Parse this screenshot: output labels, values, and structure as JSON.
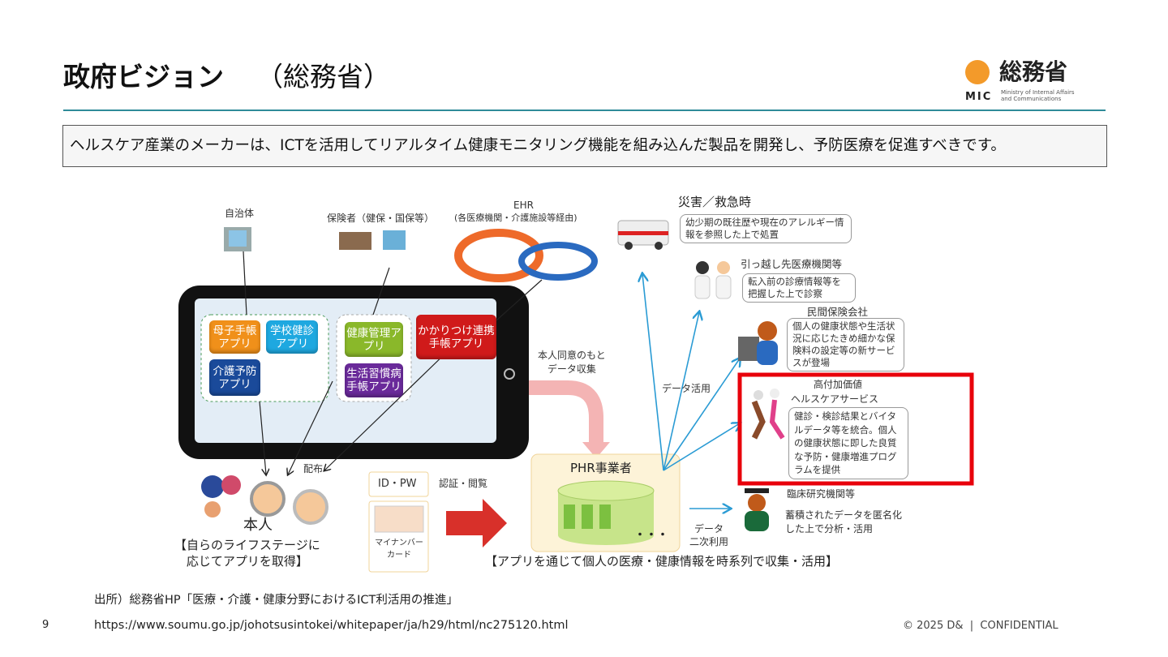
{
  "title": "政府ビジョン",
  "title_sub": "（総務省）",
  "logo": {
    "jp": "総務省",
    "mic": "MIC",
    "en1": "Ministry of Internal Affairs",
    "en2": "and Communications"
  },
  "message": "ヘルスケア産業のメーカーは、ICTを活用してリアルタイム健康モニタリング機能を組み込んだ製品を開発し、予防医療を促進すべきです。",
  "diagram": {
    "municipality": "自治体",
    "insurer": "保険者（健保・国保等）",
    "ehr": "EHR",
    "ehr_sub": "(各医療機関・介護施設等経由)",
    "apps": [
      "母子手帳アプリ",
      "学校健診アプリ",
      "介護予防アプリ",
      "健康管理アプリ",
      "生活習慣病手帳アプリ",
      "かかりつけ連携手帳アプリ"
    ],
    "consent": [
      "本人同意のもと",
      "データ収集"
    ],
    "distribution": "配布",
    "person": "本人",
    "person_note": [
      "【自らのライフステージに",
      "応じてアプリを取得】"
    ],
    "idpw": "ID・PW",
    "auth": "認証・閲覧",
    "mynumber": [
      "マイナンバー",
      "カード"
    ],
    "phr": "PHR事業者",
    "phr_dots": "・・・",
    "phr_note": "【アプリを通じて個人の医療・健康情報を時系列で収集・活用】",
    "data_use": "データ活用",
    "secondary": [
      "データ",
      "二次利用"
    ],
    "disaster": "災害／救急時",
    "disaster_note": "幼少期の既往歴や現在のアレルギー情報を参照した上で処置",
    "moving": "引っ越し先医療機関等",
    "moving_note": "転入前の診療情報等を把握した上で診察",
    "private_ins": "民間保険会社",
    "private_ins_note": "個人の健康状態や生活状況に応じたきめ細かな保険料の設定等の新サービスが登場",
    "hv_title1": "高付加価値",
    "hv_title2": "ヘルスケアサービス",
    "hv_note": "健診・検診結果とバイタルデータ等を統合。個人の健康状態に即した良質な予防・健康増進プログラムを提供",
    "research": "臨床研究機関等",
    "research_note": "蓄積されたデータを匿名化した上で分析・活用"
  },
  "footer": {
    "source": "出所）総務省HP「医療・介護・健康分野におけるICT利活用の推進」",
    "url": "https://www.soumu.go.jp/johotsusintokei/whitepaper/ja/h29/html/nc275120.html",
    "page": "9",
    "copyright": "© 2025 D&  |  CONFIDENTIAL"
  },
  "colors": {
    "accent": "#2f8b99",
    "highlight": "#e8000b",
    "logo": "#f39a2a"
  }
}
